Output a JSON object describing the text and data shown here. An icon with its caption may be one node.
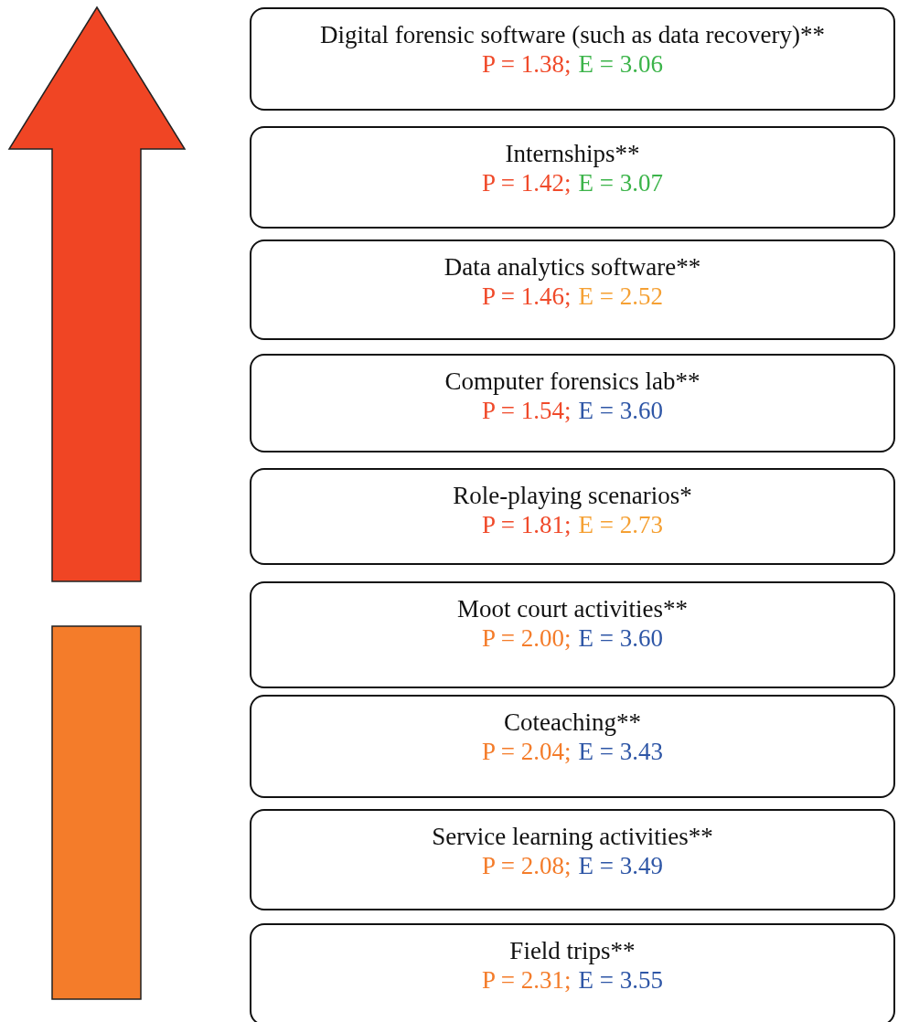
{
  "diagram": {
    "nodes": [
      {
        "text": [
          "Digital forensic software (such as data recovery)**",
          "P = 1.38;",
          "E = 3.06"
        ]
      },
      {
        "text": [
          "Internships**",
          "P = 1.42;",
          "E = 3.07"
        ]
      },
      {
        "text": [
          "Data analytics software**",
          "P = 1.46;",
          "E = 2.52"
        ]
      },
      {
        "text": [
          "Computer forensics lab**",
          "P = 1.54;",
          "E = 3.60"
        ]
      },
      {
        "text": [
          "Role-playing scenarios*",
          "P = 1.81;",
          "E = 2.73"
        ]
      },
      {
        "text": [
          "Moot court activities**",
          "P = 2.00;",
          "E = 3.60"
        ]
      },
      {
        "text": [
          "Coteaching**",
          "P = 2.04;",
          "E = 3.43"
        ]
      },
      {
        "text": [
          "Service learning activities**",
          "P = 2.08;",
          "E = 3.49"
        ]
      },
      {
        "text": [
          "Field trips**",
          "P = 2.31;",
          "E = 3.55"
        ]
      }
    ]
  }
}
